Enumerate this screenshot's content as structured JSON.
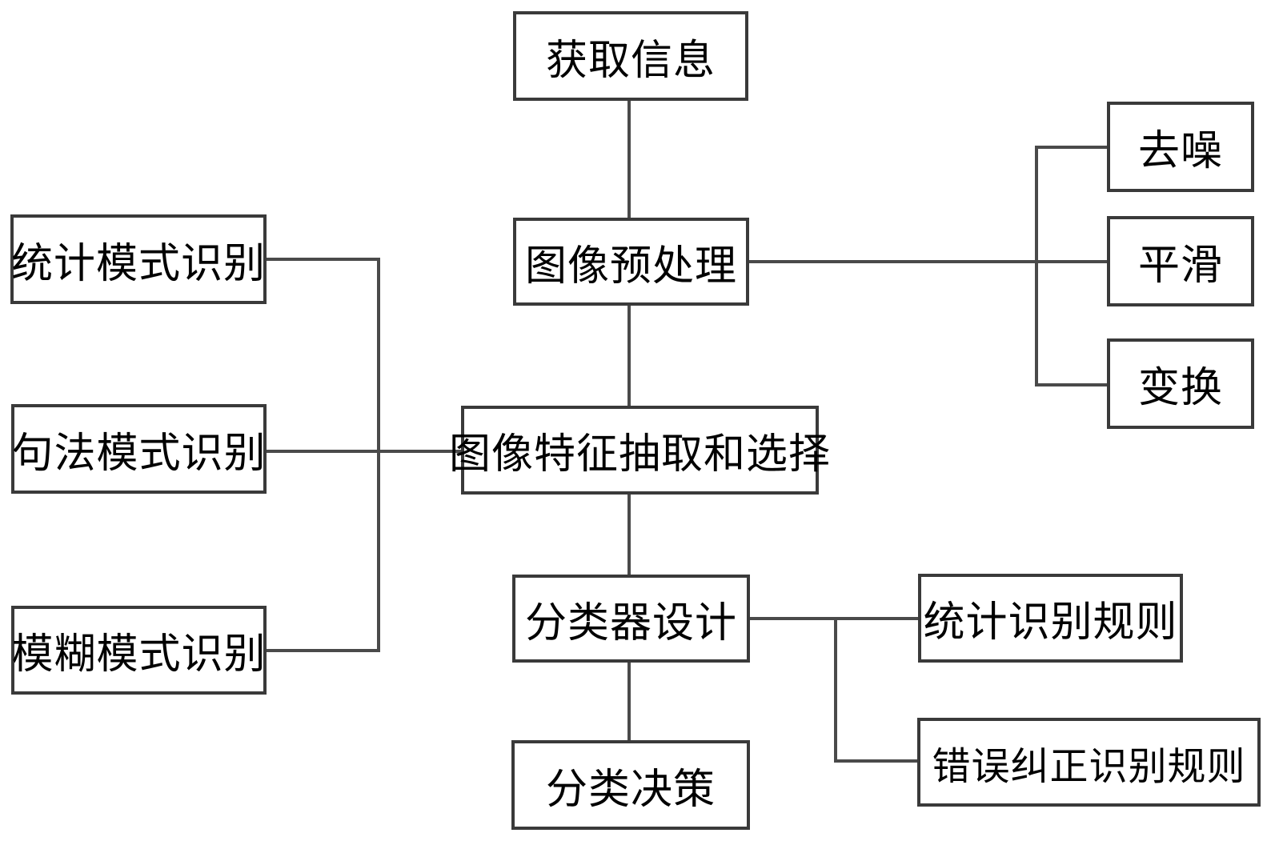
{
  "diagram": {
    "title": "image pattern recognition flowchart",
    "nodes": {
      "acquire_info": {
        "label": "获取信息"
      },
      "image_preprocess": {
        "label": "图像预处理"
      },
      "feature_extraction": {
        "label": "图像特征抽取和选择"
      },
      "classifier_design": {
        "label": "分类器设计"
      },
      "classification_decision": {
        "label": "分类决策"
      },
      "denoise": {
        "label": "去噪"
      },
      "smooth": {
        "label": "平滑"
      },
      "transform": {
        "label": "变换"
      },
      "statistical_pattern": {
        "label": "统计模式识别"
      },
      "syntactic_pattern": {
        "label": "句法模式识别"
      },
      "fuzzy_pattern": {
        "label": "模糊模式识别"
      },
      "statistical_rules": {
        "label": "统计识别规则"
      },
      "error_correction_rules": {
        "label": "错误纠正识别规则"
      }
    },
    "edges": [
      "acquire_info -> image_preprocess",
      "image_preprocess -> denoise",
      "image_preprocess -> smooth",
      "image_preprocess -> transform",
      "image_preprocess -> feature_extraction",
      "statistical_pattern -> feature_extraction",
      "syntactic_pattern -> feature_extraction",
      "fuzzy_pattern -> feature_extraction",
      "feature_extraction -> classifier_design",
      "classifier_design -> statistical_rules",
      "classifier_design -> error_correction_rules",
      "classifier_design -> classification_decision"
    ],
    "colors": {
      "background": "#ffffff",
      "box_border": "#3a3a3a",
      "connector": "#4a4a4a",
      "text": "#000000"
    }
  }
}
